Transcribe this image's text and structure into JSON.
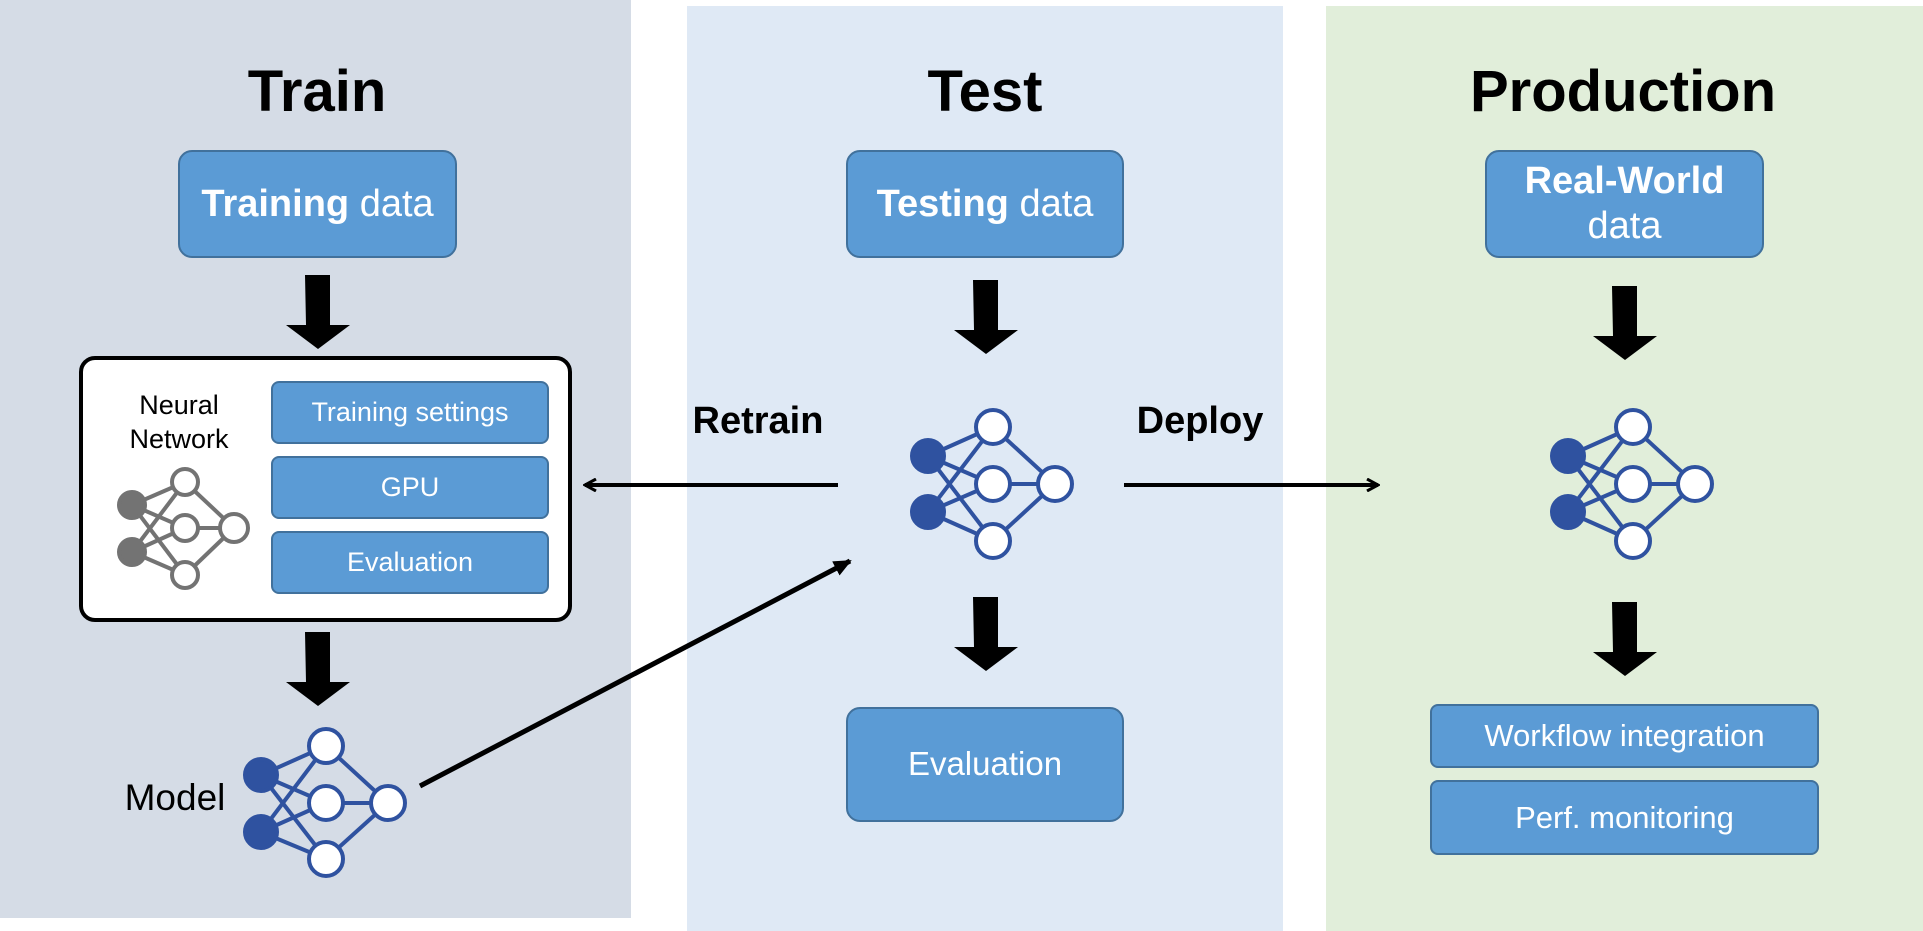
{
  "stages": {
    "train": {
      "title": "Train",
      "data_bold": "Training",
      "data_rest": "data",
      "nn_label_line1": "Neural",
      "nn_label_line2": "Network",
      "settings": [
        "Training settings",
        "GPU",
        "Evaluation"
      ],
      "model_label": "Model"
    },
    "test": {
      "title": "Test",
      "data_bold": "Testing",
      "data_rest": "data",
      "evaluation": "Evaluation"
    },
    "production": {
      "title": "Production",
      "data_bold": "Real-World",
      "data_rest": "data",
      "steps": [
        "Workflow integration",
        "Perf. monitoring"
      ]
    }
  },
  "edges": {
    "retrain": "Retrain",
    "deploy": "Deploy"
  },
  "colors": {
    "train_bg": "#d5dce6",
    "test_bg": "#dfe9f5",
    "production_bg": "#e1eeda",
    "box_fill": "#5b9bd5",
    "network_blue": "#2f52a0",
    "network_gray": "#737373"
  }
}
